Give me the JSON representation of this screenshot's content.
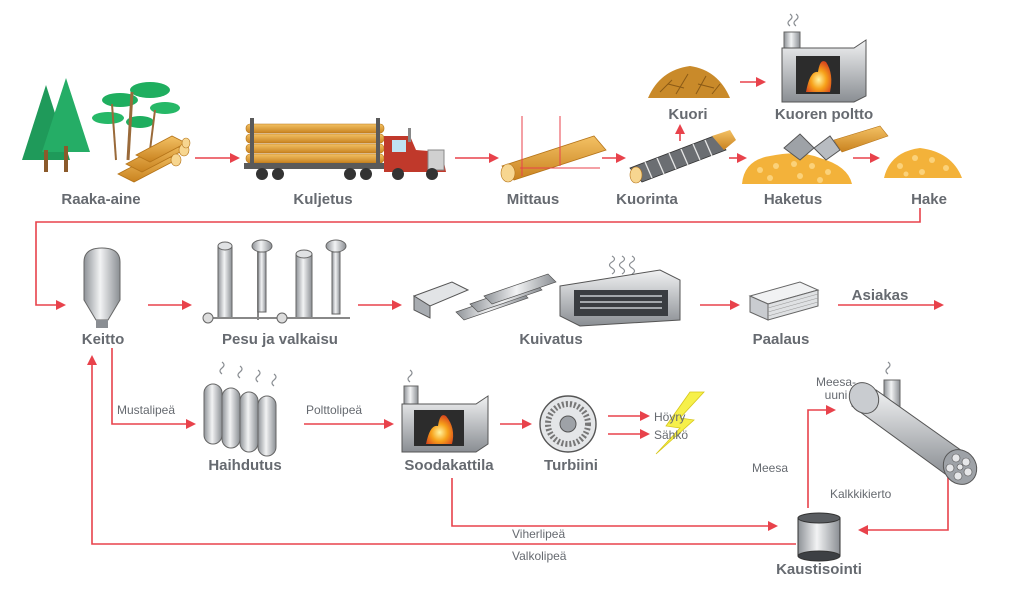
{
  "labels": {
    "raaka_aine": "Raaka-aine",
    "kuljetus": "Kuljetus",
    "mittaus": "Mittaus",
    "kuorinta": "Kuorinta",
    "haketus": "Haketus",
    "hake": "Hake",
    "kuori": "Kuori",
    "kuoren_poltto": "Kuoren poltto",
    "keitto": "Keitto",
    "pesu_ja_valkaisu": "Pesu ja valkaisu",
    "kuivatus": "Kuivatus",
    "paalaus": "Paalaus",
    "asiakas": "Asiakas",
    "haihdutus": "Haihdutus",
    "soodakattila": "Soodakattila",
    "turbiini": "Turbiini",
    "kaustisointi": "Kaustisointi",
    "meesauuni_1": "Meesa-",
    "meesauuni_2": "uuni"
  },
  "flow_labels": {
    "mustalipea": "Mustalipeä",
    "polttolipea": "Polttolipeä",
    "hoyry": "Höyry",
    "sahko": "Sähkö",
    "meesa": "Meesa",
    "kalkkikierto": "Kalkkikierto",
    "viherlipea": "Viherlipeä",
    "valkolipea": "Valkolipeä"
  },
  "colors": {
    "arrow": "#e8424b",
    "label": "#666a70",
    "tree": "#1f9a5a",
    "wood": "#e9a33a",
    "truck": "#c0392b",
    "flame": "#f7a21a",
    "metal": "#b9bcc1"
  }
}
